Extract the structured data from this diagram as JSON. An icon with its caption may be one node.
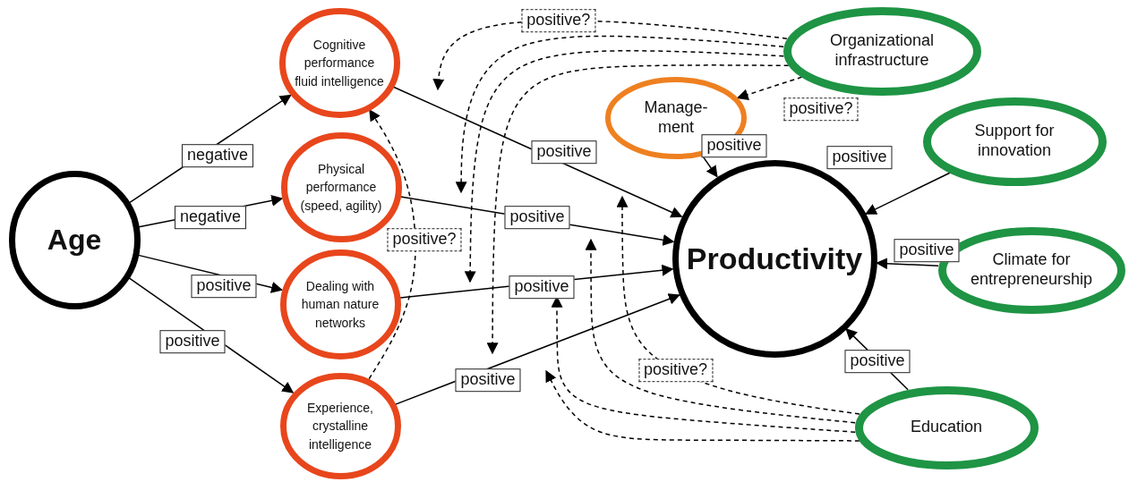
{
  "diagram": {
    "nodes": [
      {
        "text": [
          "Age"
        ]
      },
      {
        "text": [
          "Cognitive performance fluid intelligence"
        ]
      },
      {
        "text": [
          "Physical performance (speed, agility)"
        ]
      },
      {
        "text": [
          "Dealing with human nature networks"
        ]
      },
      {
        "text": [
          "Experience, crystalline intelligence"
        ]
      },
      {
        "text": [
          "Organizational infrastructure"
        ]
      },
      {
        "text": [
          "Manage- ment"
        ]
      },
      {
        "text": [
          "Support for innovation"
        ]
      },
      {
        "text": [
          "Productivity"
        ]
      },
      {
        "text": [
          "Climate for entrepreneurship"
        ]
      },
      {
        "text": [
          "Education"
        ]
      }
    ],
    "edges": [
      {
        "from": 0,
        "to": 1,
        "arrow": "to",
        "label": "negative"
      },
      {
        "from": 0,
        "to": 2,
        "arrow": "to",
        "label": "negative"
      },
      {
        "from": 0,
        "to": 3,
        "arrow": "to",
        "label": "positive"
      },
      {
        "from": 0,
        "to": 4,
        "arrow": "to",
        "label": "positive"
      },
      {
        "from": 1,
        "to": 8,
        "arrow": "to",
        "label": "positive"
      },
      {
        "from": 2,
        "to": 8,
        "arrow": "to",
        "label": "positive"
      },
      {
        "from": 3,
        "to": 8,
        "arrow": "to",
        "label": "positive"
      },
      {
        "from": 4,
        "to": 8,
        "arrow": "to",
        "label": "positive"
      },
      {
        "from": 6,
        "to": 8,
        "arrow": "to",
        "label": "positive"
      },
      {
        "from": 7,
        "to": 8,
        "arrow": "to",
        "label": "positive"
      },
      {
        "from": 9,
        "to": 8,
        "arrow": "to",
        "label": "positive"
      },
      {
        "from": 10,
        "to": 8,
        "arrow": "to",
        "label": "positive"
      },
      {
        "from": 4,
        "to": 1,
        "arrow": "to",
        "label": "positive?",
        "style": "dashed"
      },
      {
        "from": 5,
        "to": 6,
        "arrow": "to",
        "label": "positive?",
        "style": "dashed"
      },
      {
        "from": 5,
        "to": null,
        "arrow": "to",
        "label": "positive?",
        "style": "dashed"
      },
      {
        "from": 5,
        "to": null,
        "arrow": "to",
        "style": "dashed"
      },
      {
        "from": 5,
        "to": null,
        "arrow": "to",
        "style": "dashed"
      },
      {
        "from": 5,
        "to": null,
        "arrow": "to",
        "style": "dashed"
      },
      {
        "from": 10,
        "to": null,
        "arrow": "to",
        "label": "positive?",
        "style": "dashed"
      },
      {
        "from": 10,
        "to": null,
        "arrow": "to",
        "style": "dashed"
      },
      {
        "from": 10,
        "to": null,
        "arrow": "to",
        "style": "dashed"
      },
      {
        "from": 10,
        "to": null,
        "arrow": "to",
        "style": "dashed"
      }
    ]
  }
}
